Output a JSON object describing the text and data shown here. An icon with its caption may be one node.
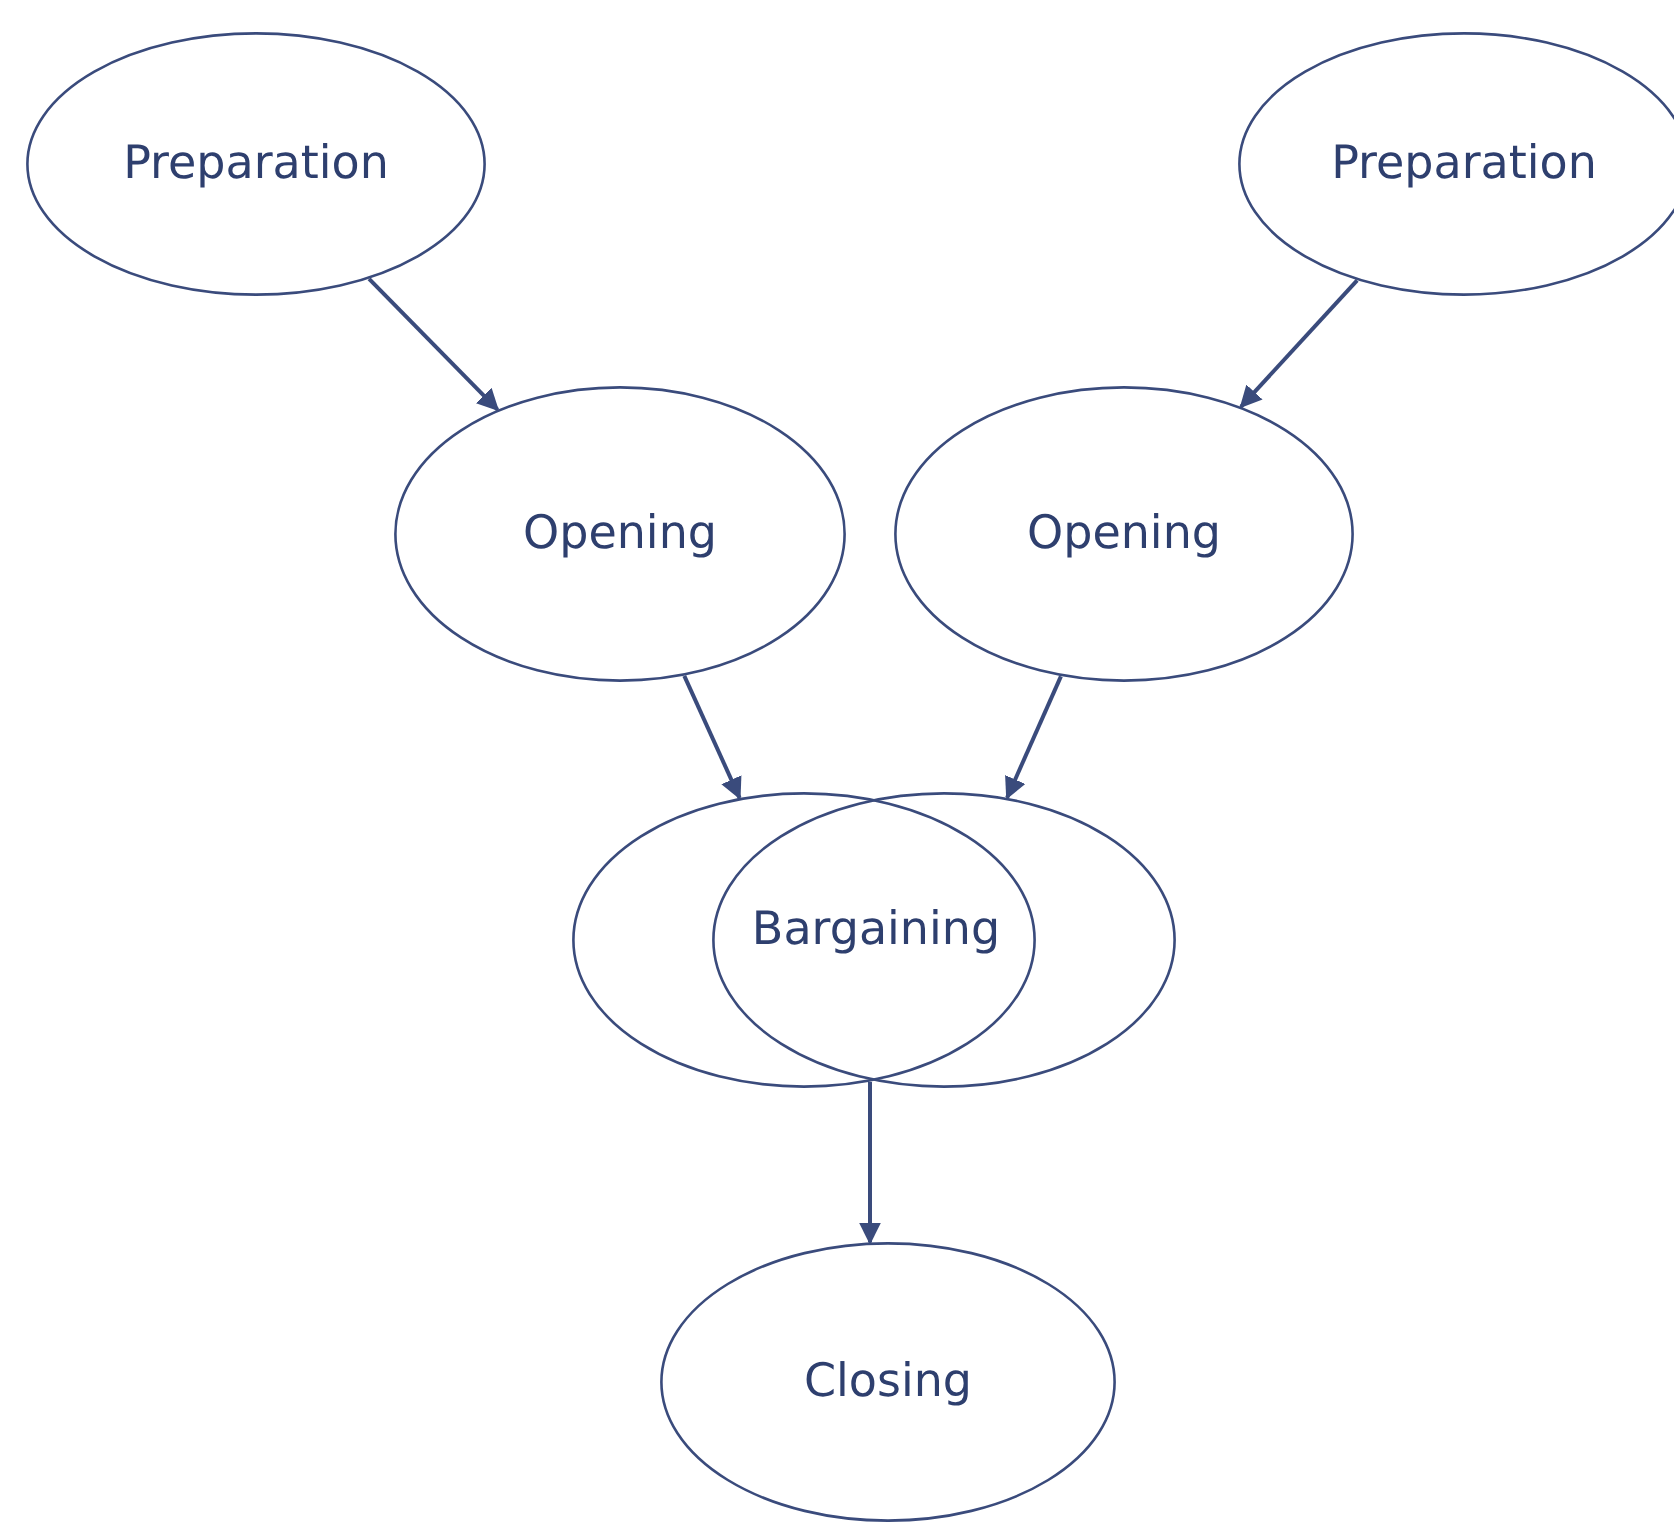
{
  "diagram": {
    "nodes": [
      {
        "text": [
          "Preparation"
        ]
      },
      {
        "text": [
          "Preparation"
        ]
      },
      {
        "text": [
          "Opening"
        ]
      },
      {
        "text": [
          "Opening"
        ]
      },
      {
        "text": [],
        "shape": "circle"
      },
      {
        "text": [],
        "shape": "circle"
      },
      {
        "text": [
          "Bargaining"
        ]
      },
      {
        "text": [
          "Closing"
        ]
      }
    ],
    "edges": [
      {
        "from": 0,
        "to": 2,
        "arrow": "to"
      },
      {
        "from": 1,
        "to": 3,
        "arrow": "to"
      },
      {
        "from": 2,
        "to": 4,
        "arrow": "to"
      },
      {
        "from": 3,
        "to": 5,
        "arrow": "to"
      },
      {
        "from": 4,
        "to": 7,
        "arrow": "to"
      }
    ]
  }
}
